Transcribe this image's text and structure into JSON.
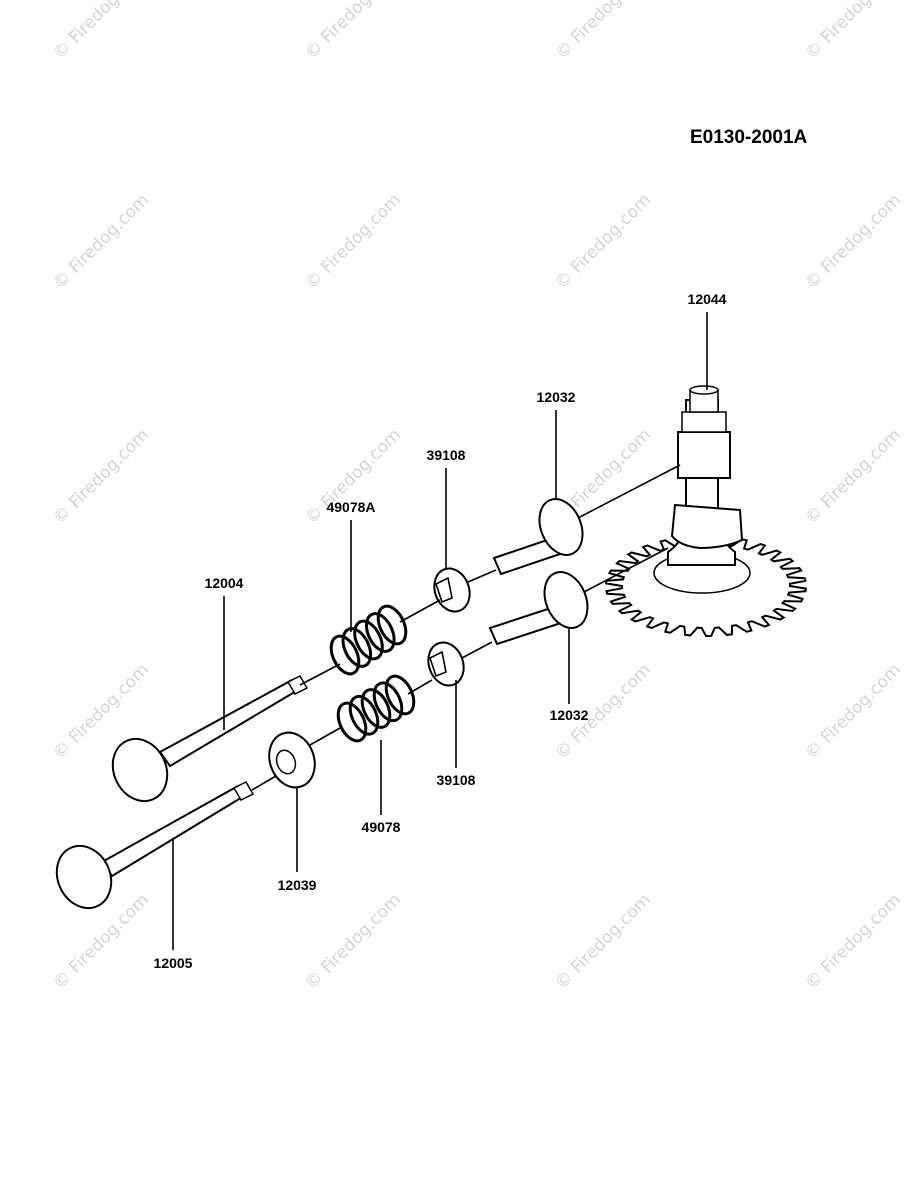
{
  "diagram": {
    "code": "E0130-2001A",
    "watermark": "© Firedog.com",
    "parts": {
      "camshaft": "12044",
      "tappet_upper": "12032",
      "tappet_lower": "12032",
      "retainer_upper": "39108",
      "retainer_lower": "39108",
      "spring_intake": "49078A",
      "spring_exhaust": "49078",
      "valve_intake": "12004",
      "valve_exhaust": "12005",
      "spring_seat": "12039"
    }
  },
  "colors": {
    "line": "#000000",
    "watermark": "#d4d4d4",
    "background": "#ffffff"
  }
}
